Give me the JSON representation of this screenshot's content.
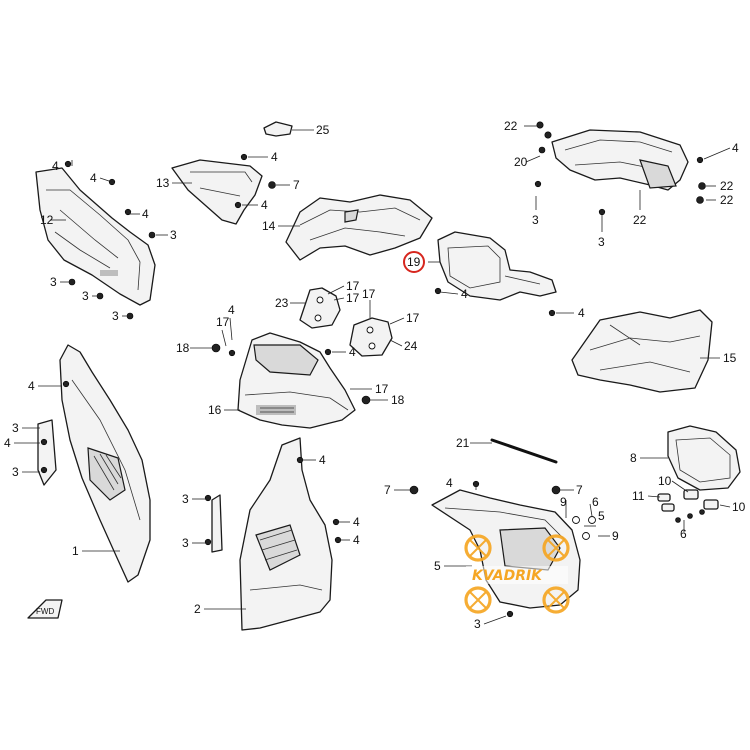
{
  "diagram": {
    "highlighted_callout": "19",
    "highlight_color": "#d7261e",
    "direction_label": "FWD",
    "callouts": {
      "c1": "1",
      "c2": "2",
      "c3": "3",
      "c4": "4",
      "c5": "5",
      "c6": "6",
      "c7": "7",
      "c8": "8",
      "c9": "9",
      "c10": "10",
      "c11": "11",
      "c12": "12",
      "c13": "13",
      "c14": "14",
      "c15": "15",
      "c16": "16",
      "c17": "17",
      "c18": "18",
      "c19": "19",
      "c20": "20",
      "c21": "21",
      "c22": "22",
      "c23": "23",
      "c24": "24",
      "c25": "25"
    }
  },
  "watermark": {
    "text": "KVADRIK",
    "color": "#f5a623"
  }
}
